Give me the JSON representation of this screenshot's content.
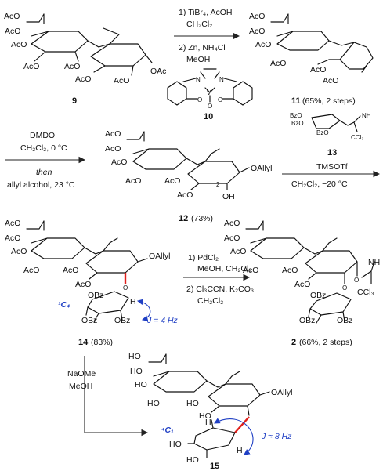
{
  "compounds": {
    "c9": "9",
    "c10": "10",
    "c11": "11",
    "c11_yield": "(65%, 2 steps)",
    "c12": "12",
    "c12_yield": "(73%)",
    "c13": "13",
    "c14": "14",
    "c14_yield": "(83%)",
    "c2": "2",
    "c2_yield": "(66%, 2 steps)",
    "c15": "15"
  },
  "reagents": {
    "step1_a": "1) TiBr₄, AcOH",
    "step1_b": "CH₂Cl₂",
    "step1_c": "2) Zn, NH₄Cl",
    "step1_d": "MeOH",
    "step2_a": "DMDO",
    "step2_b": "CH₂Cl₂, 0 °C",
    "step2_c": "then",
    "step2_d": "allyl alcohol, 23 °C",
    "step3_a": "TMSOTf",
    "step3_b": "CH₂Cl₂, −20 °C",
    "step4_a": "1) PdCl₂",
    "step4_b": "MeOH, CH₂Cl₂",
    "step4_c": "2) Cl₃CCN, K₂CO₃",
    "step4_d": "CH₂Cl₂",
    "step5_a": "NaOMe",
    "step5_b": "MeOH"
  },
  "labels": {
    "AcO": "AcO",
    "OAc": "OAc",
    "OAllyl": "OAllyl",
    "OH": "OH",
    "HO": "HO",
    "OBz": "OBz",
    "BzO": "BzO",
    "NH": "NH",
    "CCl3": "CCl₃",
    "O": "O",
    "N": "N",
    "V": "V",
    "H": "H",
    "two": "2",
    "conf14": "¹C₄",
    "coupling14": "J = 4 Hz",
    "conf15": "⁴C₁",
    "coupling15": "J ≈ 8 Hz"
  },
  "colors": {
    "annotation": "#1f3fc4",
    "highlight_bond": "#e0201b"
  }
}
